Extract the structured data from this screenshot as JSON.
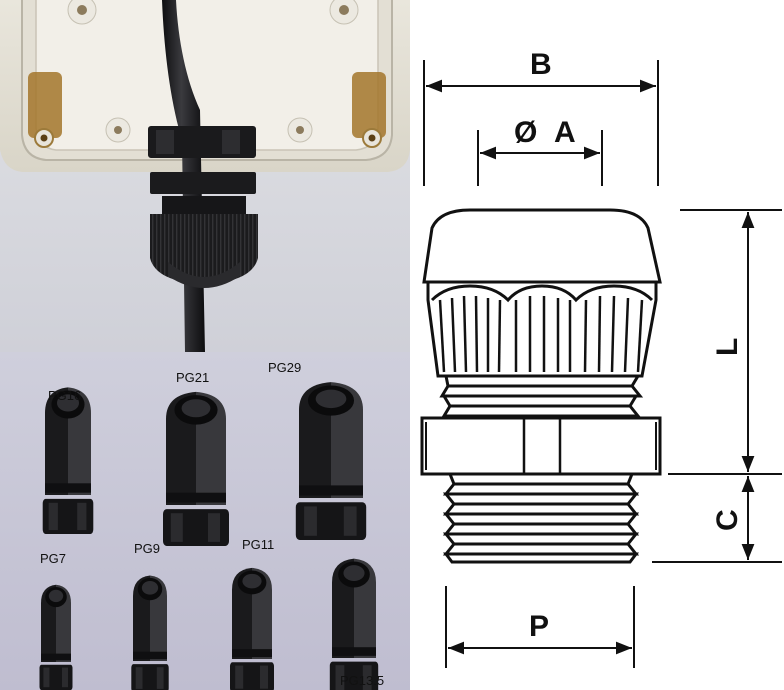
{
  "photos": {
    "sizes": [
      {
        "label": "PG16"
      },
      {
        "label": "PG21"
      },
      {
        "label": "PG29"
      },
      {
        "label": "PG7"
      },
      {
        "label": "PG9"
      },
      {
        "label": "PG11"
      },
      {
        "label": "PG13.5"
      }
    ]
  },
  "diagram": {
    "dims": {
      "b": "B",
      "a": "A",
      "a_symbol": "Ø",
      "l": "L",
      "c": "C",
      "p": "P"
    }
  },
  "colors": {
    "ink": "#111111",
    "photo_bg_top": "#dcdde2",
    "photo_bg_bottom": "#c9c8d8",
    "gland_black": "#1c1c1e"
  }
}
